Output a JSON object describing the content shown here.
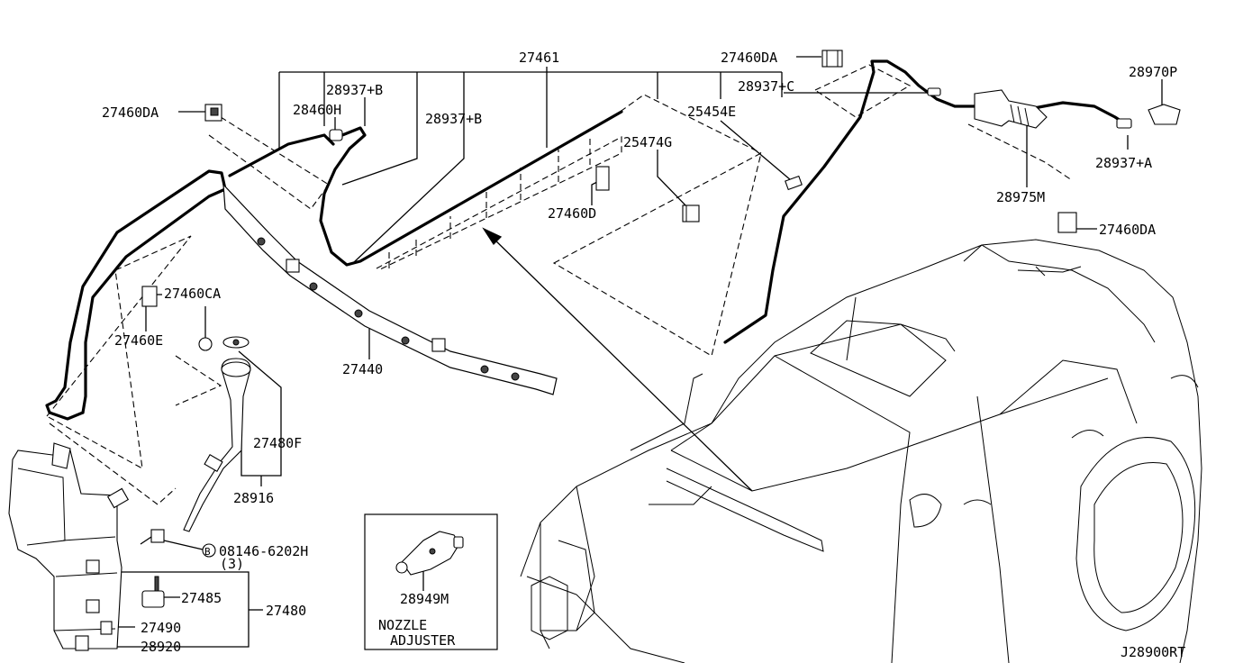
{
  "diagram_id": "J28900RT",
  "inset_title_line1": "NOZZLE",
  "inset_title_line2": "ADJUSTER",
  "bolt_qty": "(3)",
  "bolt_circle": "B",
  "labels": {
    "p27461": "27461",
    "p27460DA_top": "27460DA",
    "p28970P": "28970P",
    "p28937B_a": "28937+B",
    "p28937C": "28937+C",
    "p28460H": "28460H",
    "p27460DA_left": "27460DA",
    "p28937B_b": "28937+B",
    "p25454E": "25454E",
    "p25474G": "25474G",
    "p28937A": "28937+A",
    "p28975M": "28975M",
    "p27460D": "27460D",
    "p27460DA_right": "27460DA",
    "p27460CA": "27460CA",
    "p27460E": "27460E",
    "p27440": "27440",
    "p27480F": "27480F",
    "p28916": "28916",
    "p08146": "08146-6202H",
    "p28949M": "28949M",
    "p27485": "27485",
    "p27480": "27480",
    "p27490": "27490",
    "p28920": "28920"
  }
}
